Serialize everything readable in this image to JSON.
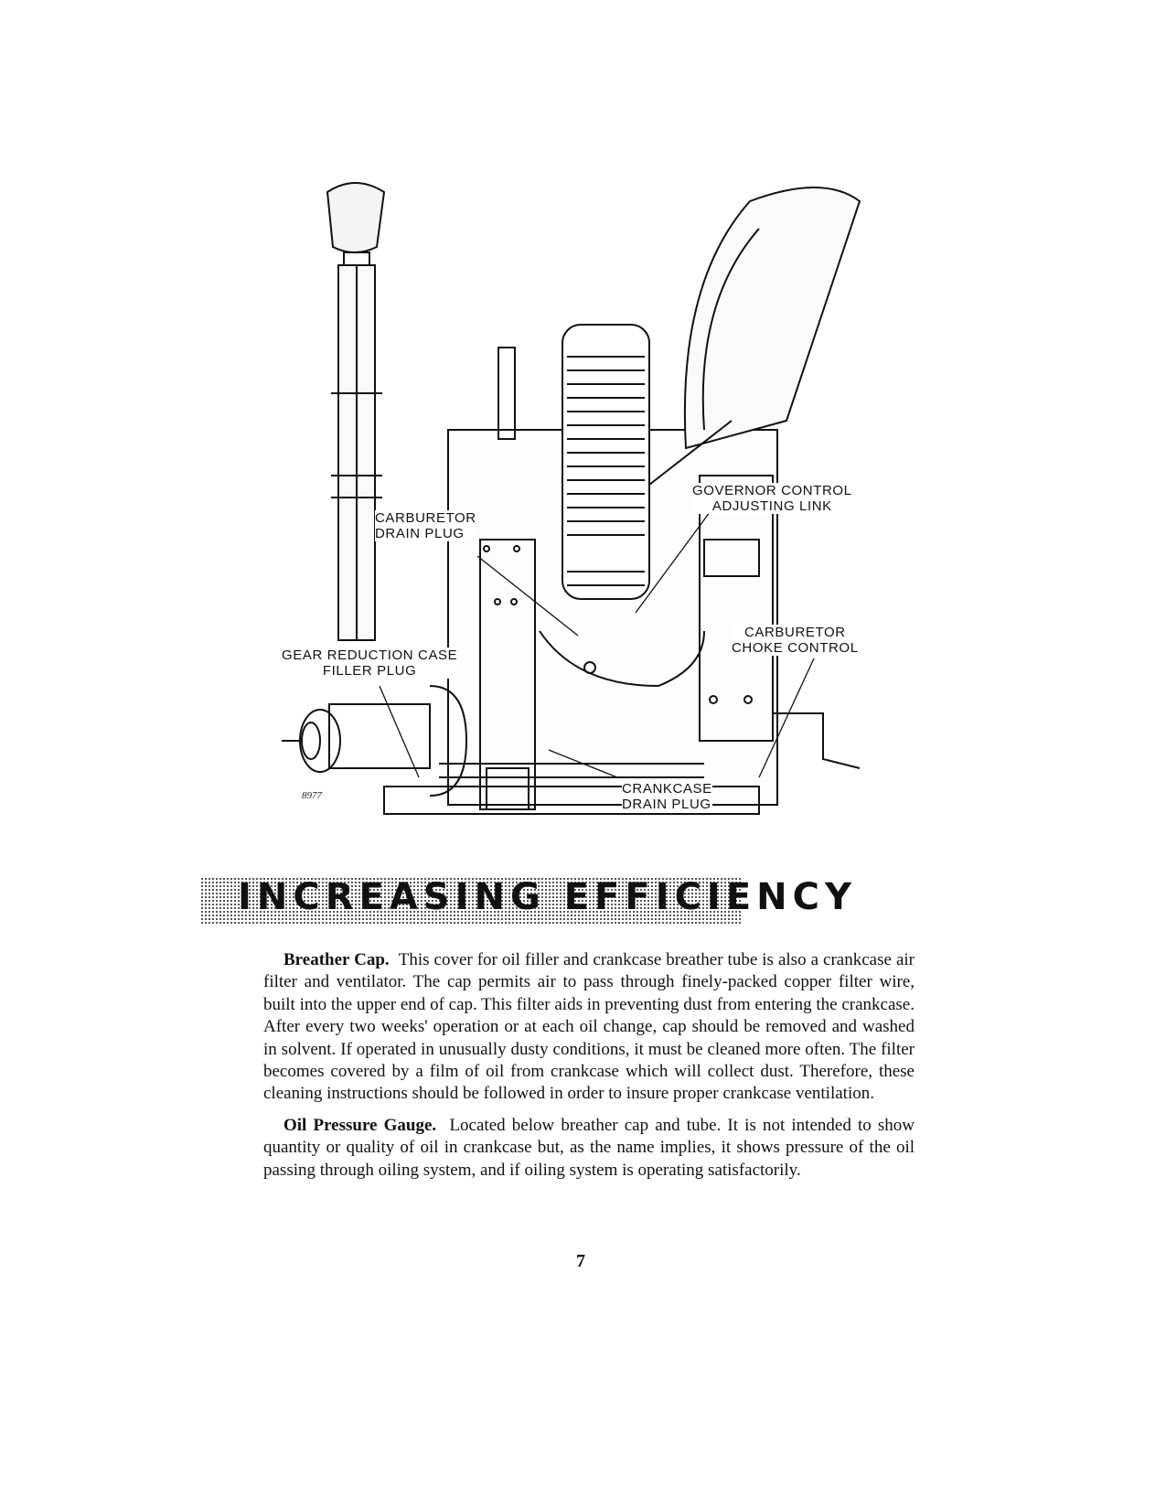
{
  "figure": {
    "labels": {
      "governor": [
        "GOVERNOR CONTROL",
        "ADJUSTING LINK"
      ],
      "carb_drain": [
        "CARBURETOR",
        "DRAIN PLUG"
      ],
      "choke": [
        "CARBURETOR",
        "CHOKE CONTROL"
      ],
      "gear_reduction": [
        "GEAR REDUCTION CASE",
        "FILLER PLUG"
      ],
      "crankcase_drain": [
        "CRANKCASE",
        "DRAIN PLUG"
      ]
    },
    "figure_number": "8977"
  },
  "section_title": "INCREASING EFFICIENCY",
  "paragraphs": [
    {
      "term": "Breather Cap.",
      "text": "This cover for oil filler and crankcase breather tube is also a crankcase air filter and ventilator. The cap permits air to pass through finely-packed copper filter wire, built into the upper end of cap. This filter aids in preventing dust from entering the crankcase. After every two weeks' operation or at each oil change, cap should be removed and washed in solvent. If operated in unusually dusty conditions, it must be cleaned more often. The filter becomes covered by a film of oil from crankcase which will collect dust. Therefore, these cleaning instructions should be followed in order to insure proper crankcase ventilation."
    },
    {
      "term": "Oil Pressure Gauge.",
      "text": "Located below breather cap and tube. It is not intended to show quantity or quality of oil in crankcase but, as the name implies, it shows pressure of the oil passing through oiling system, and if oiling system is operating satisfactorily."
    }
  ],
  "page_number": "7"
}
